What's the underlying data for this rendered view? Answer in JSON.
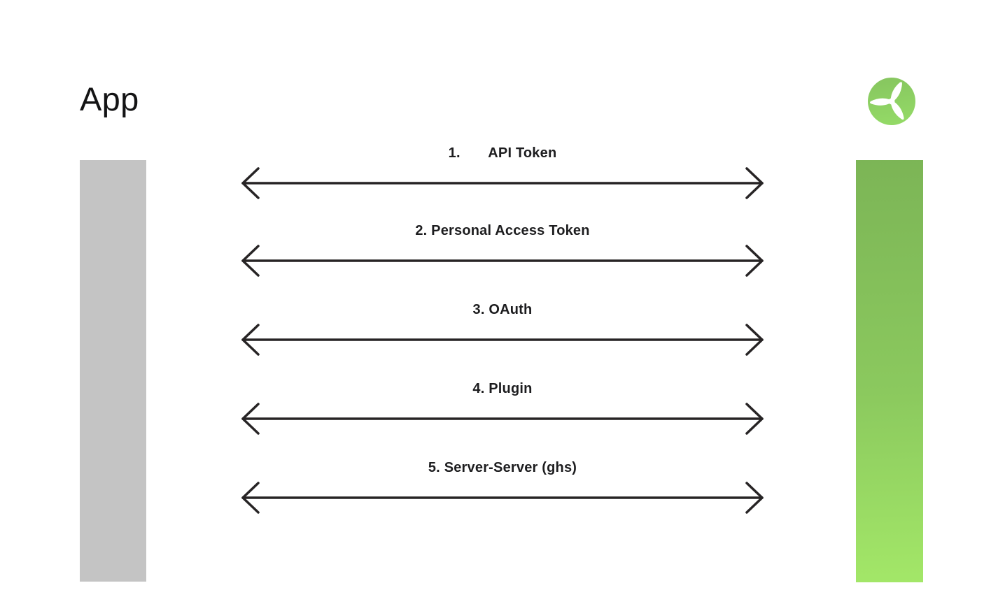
{
  "diagram": {
    "left_actor": {
      "title": "App",
      "lifeline_color": "#c4c4c4"
    },
    "right_actor": {
      "logo_icon": "propeller-logo",
      "logo_gradient": [
        "#86c55f",
        "#93d966"
      ],
      "lifeline_gradient": [
        "#7cb556",
        "#a3e768"
      ]
    },
    "style": {
      "background": "#ffffff",
      "arrow_color": "#272425",
      "label_color": "#1d1d1f",
      "title_color": "#141415"
    },
    "messages": [
      {
        "label": "1.       API Token",
        "direction": "bidirectional"
      },
      {
        "label": "2. Personal Access Token",
        "direction": "bidirectional"
      },
      {
        "label": "3. OAuth",
        "direction": "bidirectional"
      },
      {
        "label": "4. Plugin",
        "direction": "bidirectional"
      },
      {
        "label": "5. Server-Server (ghs)",
        "direction": "bidirectional"
      }
    ]
  }
}
